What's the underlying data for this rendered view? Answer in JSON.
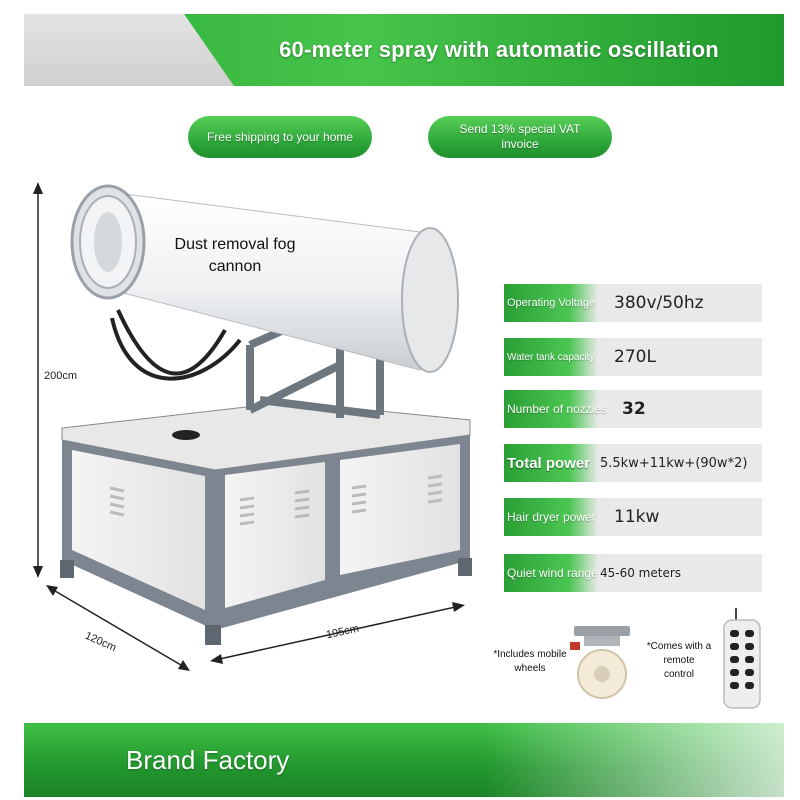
{
  "banner": {
    "title": "60-meter spray with automatic oscillation"
  },
  "badges": {
    "shipping": "Free shipping to your home",
    "invoice": "Send 13% special VAT invoice"
  },
  "product": {
    "label_line1": "Dust removal fog",
    "label_line2": "cannon"
  },
  "dimensions": {
    "height": "200cm",
    "depth": "120cm",
    "width": "195cm"
  },
  "specs": [
    {
      "label": "Operating Voltage",
      "value": "380v/50hz"
    },
    {
      "label": "Water tank capacity",
      "value": "270L"
    },
    {
      "label": "Number of nozzles",
      "value": "32"
    },
    {
      "label": "Total power",
      "value": "5.5kw+11kw+(90w*2)"
    },
    {
      "label": "Hair dryer power",
      "value": "11kw"
    },
    {
      "label": "Quiet wind range",
      "value": "45-60 meters"
    }
  ],
  "accessories": {
    "wheels_line1": "*Includes mobile",
    "wheels_line2": "wheels",
    "remote_line1": "*Comes with a",
    "remote_line2": "remote",
    "remote_line3": "control"
  },
  "footer": {
    "brand": "Brand Factory"
  },
  "colors": {
    "accent_green": "#2ea83a",
    "panel_grey": "#e9e9e9"
  }
}
